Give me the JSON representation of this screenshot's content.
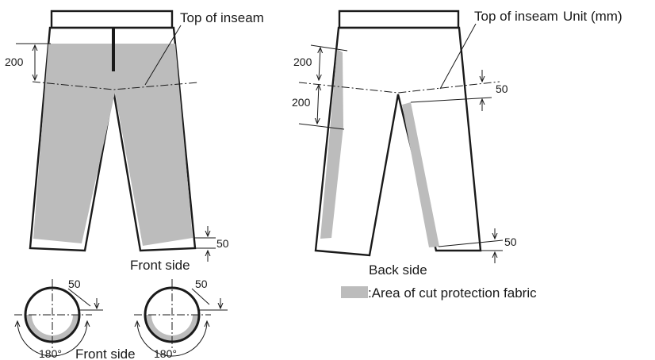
{
  "labels": {
    "top_of_inseam_front": "Top of inseam",
    "top_of_inseam_back": "Top of inseam",
    "unit": "Unit (mm)",
    "front_side": "Front side",
    "back_side": "Back side",
    "front_side_cross": "Front side",
    "legend_text": ":Area of cut protection fabric"
  },
  "dimensions": {
    "front_upper": "200",
    "front_hem": "50",
    "back_upper_1": "200",
    "back_upper_2": "200",
    "back_crotch": "50",
    "back_hem": "50",
    "cross_left_offset": "50",
    "cross_right_offset": "50",
    "cross_left_angle": "180°",
    "cross_right_angle": "180°"
  },
  "colors": {
    "fabric": "#bcbcbc",
    "line": "#1a1a1a"
  }
}
